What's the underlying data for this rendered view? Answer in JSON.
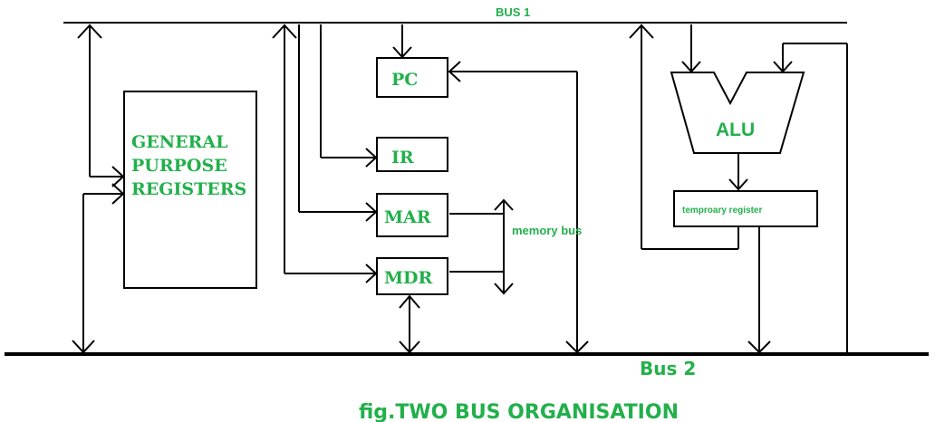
{
  "diagram": {
    "bus1_label": "BUS 1",
    "bus2_label": "Bus 2",
    "gpr_line1": "GENERAL",
    "gpr_line2": "PURPOSE",
    "gpr_line3": "REGISTERS",
    "pc": "PC",
    "ir": "IR",
    "mar": "MAR",
    "mdr": "MDR",
    "alu": "ALU",
    "temp_register": "temproary register",
    "memory_bus": "memory bus",
    "caption": "fig.TWO BUS ORGANISATION"
  },
  "colors": {
    "label_green": "#22b04b",
    "line": "#000000",
    "background": "#ffffff"
  }
}
